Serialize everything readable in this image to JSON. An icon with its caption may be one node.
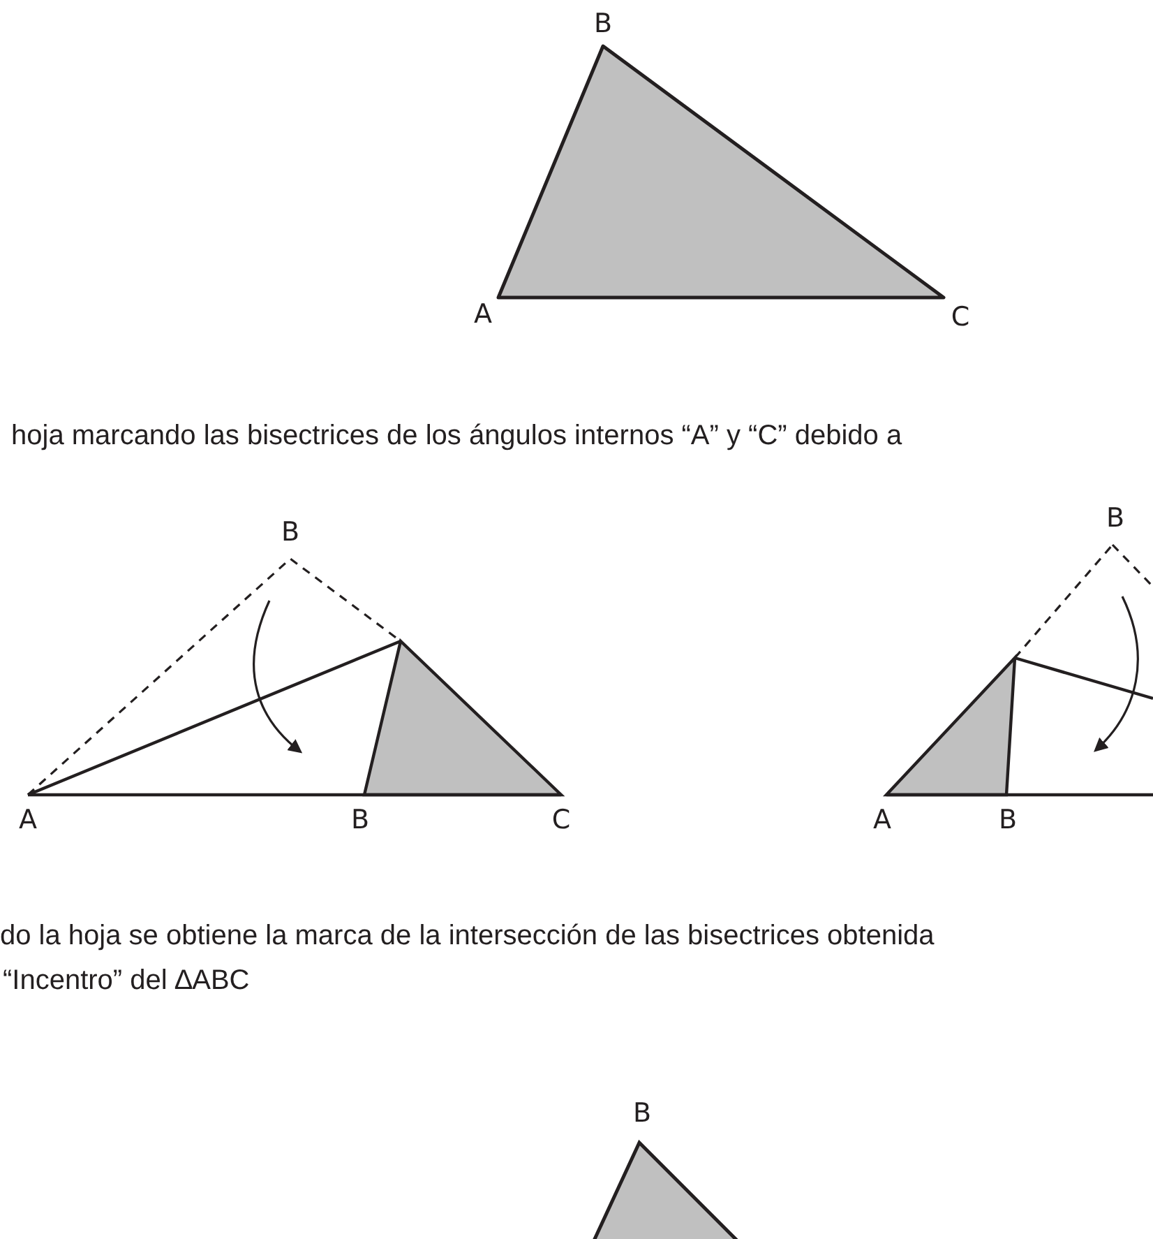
{
  "diagram": {
    "labels": [
      "B",
      "A",
      "C",
      "hoja marcando las bisectrices de los ángulos internos “A” y “C” debido a",
      "B",
      "B",
      "A",
      "B",
      "C",
      "A",
      "B",
      "do la hoja se obtiene la marca de la intersección de las bisectrices obtenida",
      "“Incentro” del ∆ABC",
      "B"
    ]
  }
}
